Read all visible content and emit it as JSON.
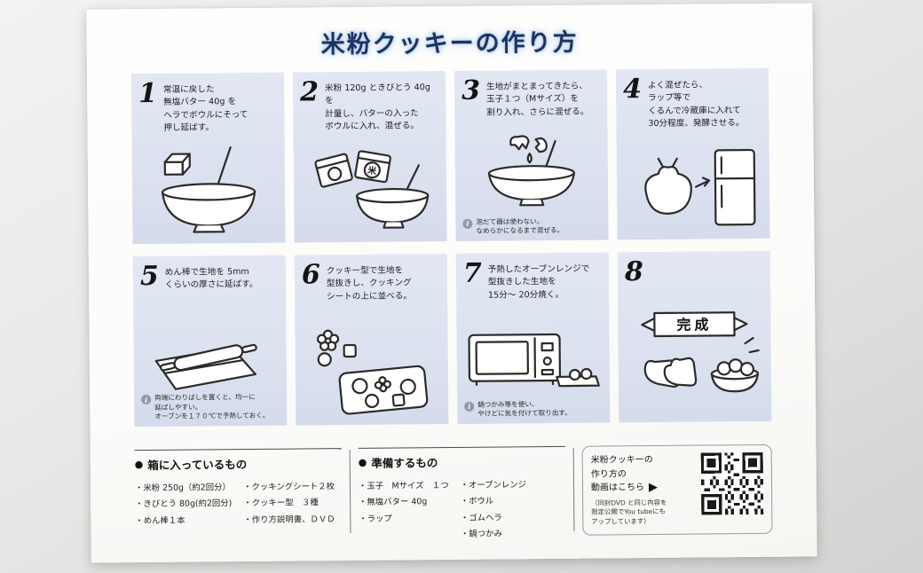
{
  "title": "米粉クッキーの作り方",
  "steps": [
    {
      "number": "1",
      "text": "常温に戻した\n無塩バター 40g を\nヘラでボウルにそって\n押し延ばす。",
      "note": ""
    },
    {
      "number": "2",
      "text": "米粉 120g ときびとう 40g を\n計量し、バターの入った\nボウルに入れ、混ぜる。",
      "note": ""
    },
    {
      "number": "3",
      "text": "生地がまとまってきたら、\n玉子１つ（Mサイズ）を\n割り入れ、さらに混ぜる。",
      "note": "泡だて器は使わない。\nなめらかになるまで混ぜる。"
    },
    {
      "number": "4",
      "text": "よく混ぜたら、\nラップ等で\nくるんで冷蔵庫に入れて\n30分程度、発酵させる。",
      "note": ""
    },
    {
      "number": "5",
      "text": "めん棒で生地を 5mm\nくらいの厚さに延ばす。",
      "note": "両端にわりばしを置くと、均一に\n延ばしやすい。\nオーブンを１７０℃で予熱しておく。"
    },
    {
      "number": "6",
      "text": "クッキー型で生地を\n型抜きし、クッキング\nシートの上に並べる。",
      "note": ""
    },
    {
      "number": "7",
      "text": "予熱したオーブンレンジで\n型抜きした生地を\n15分〜 20分焼く。",
      "note": "鍋つかみ等を使い、\nやけどに気を付けて取り出す。"
    },
    {
      "number": "8",
      "text": "",
      "note": ""
    }
  ],
  "illus": {
    "rice_bag": "米",
    "banner": "完成"
  },
  "box": {
    "marker": "●",
    "title": "箱に入っているもの",
    "col1": [
      "・米粉 250g（約2回分）",
      "・きびとう 80g(約2回分)",
      "・めん棒１本"
    ],
    "col2": [
      "・クッキングシート２枚",
      "・クッキー型　３種",
      "・作り方説明書、ＤＶＤ"
    ]
  },
  "prepare": {
    "marker": "●",
    "title": "準備するもの",
    "col1": [
      "・玉子　Mサイズ　１つ",
      "・無塩バター 40g",
      "・ラップ"
    ],
    "col2": [
      "・オーブンレンジ",
      "・ボウル",
      "・ゴムヘラ",
      "・鍋つかみ"
    ]
  },
  "video": {
    "line1": "米粉クッキーの",
    "line2": "作り方の",
    "line3": "動画はこちら",
    "arrow": "▶",
    "note": "（同封DVD と同じ内容を\n限定公開でYou tubeにも\nアップしています）"
  }
}
